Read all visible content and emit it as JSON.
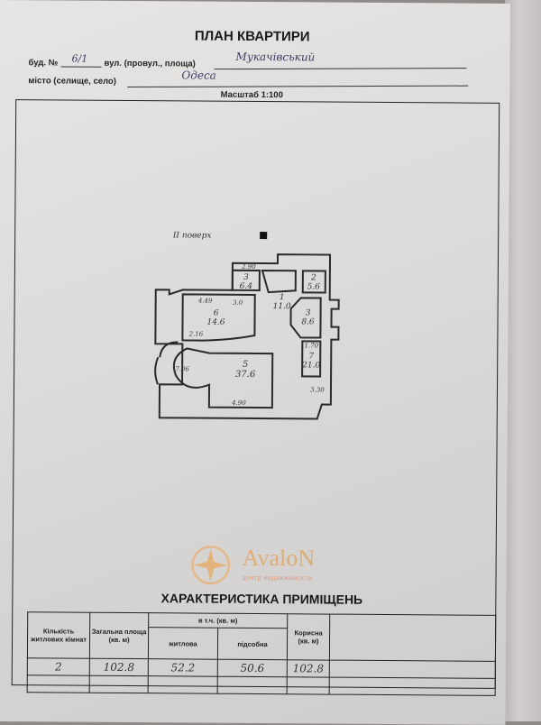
{
  "header": {
    "title": "ПЛАН КВАРТИРИ",
    "building_label": "буд. №",
    "building_value": "6/1",
    "street_label": "вул. (провул., площа)",
    "street_value": "Мукачівський",
    "city_label": "місто (селище, село)",
    "city_value": "Одеса",
    "scale": "Масштаб 1:100"
  },
  "plan": {
    "floor_label": "II поверх",
    "rooms": [
      {
        "num": "1",
        "area": "11.0"
      },
      {
        "num": "2",
        "area": "5.6"
      },
      {
        "num": "3",
        "area": "6.4"
      },
      {
        "num": "3",
        "area": "8.6"
      },
      {
        "num": "5",
        "area": "37.6"
      },
      {
        "num": "6",
        "area": "14.6"
      },
      {
        "num": "7",
        "area": "21.0"
      }
    ],
    "dims": [
      "4.49",
      "2.16",
      "7.06",
      "4.90",
      "3.30",
      "1.70",
      "2.90",
      "3.0"
    ]
  },
  "watermark": {
    "name": "AvaloN",
    "subtitle": "центр недвижимости"
  },
  "table": {
    "title": "ХАРАКТЕРИСТИКА ПРИМІЩЕНЬ",
    "headers": {
      "rooms": "Кількість житлових кімнат",
      "total": "Загальна площа (кв. м)",
      "including": "в т.ч. (кв. м)",
      "living": "житлова",
      "auxiliary": "підсобна",
      "useful": "Корисна (кв. м)"
    },
    "row": {
      "rooms": "2",
      "total": "102.8",
      "living": "52.2",
      "auxiliary": "50.6",
      "useful": "102.8"
    }
  }
}
